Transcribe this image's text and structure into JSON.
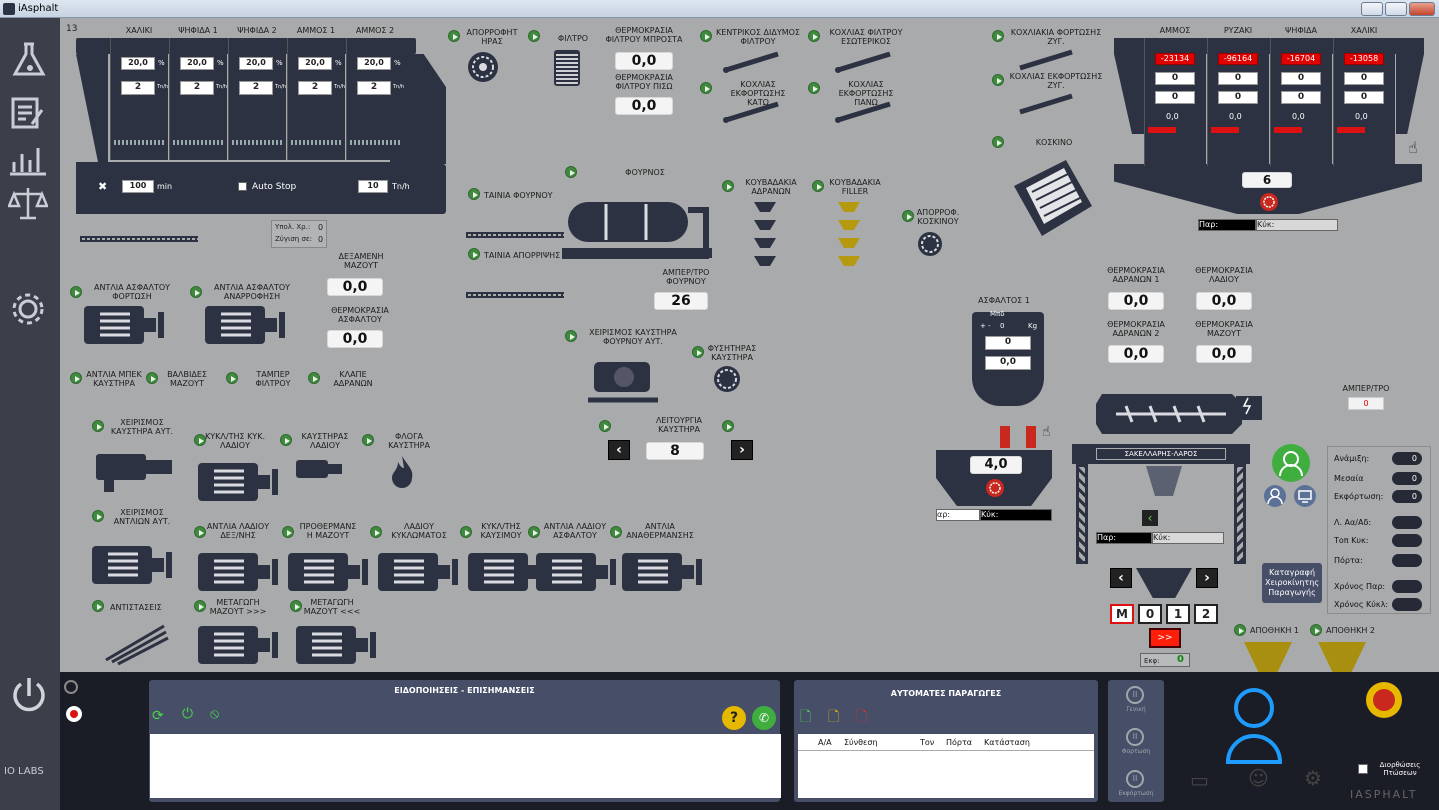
{
  "window": {
    "title": "iAsphalt"
  },
  "sidebar": {
    "brand": "IO LABS"
  },
  "silos": {
    "counter": "13",
    "names": [
      "ΧΑΛΙΚΙ",
      "ΨΗΦΙΔΑ 1",
      "ΨΗΦΙΔΑ 2",
      "ΑΜΜΟΣ 1",
      "ΑΜΜΟΣ 2"
    ],
    "percents": [
      "20,0",
      "20,0",
      "20,0",
      "20,0",
      "20,0"
    ],
    "tnh": [
      "2",
      "2",
      "2",
      "2",
      "2"
    ],
    "unit_pct": "%",
    "unit_tnh": "Tn/h",
    "time_value": "100",
    "time_unit": "min",
    "auto_stop": "Auto Stop",
    "rate_value": "10",
    "rate_unit": "Tn/h",
    "ypol_label": "Υπολ. Χρ.:",
    "ypol_value": "0",
    "zygisi_label": "Ζύγιση σε:",
    "zygisi_value": "0"
  },
  "top": {
    "aporrofisi": "ΑΠΟΡΡΟΦΗΤ\nΗΡΑΣ",
    "filtro": "ΦΙΛΤΡΟ",
    "temp_front_label": "ΘΕΡΜΟΚΡΑΣΙΑ\nΦΙΛΤΡΟΥ ΜΠΡΟΣΤΑ",
    "temp_front": "0,0",
    "temp_back_label": "ΘΕΡΜΟΚΡΑΣΙΑ\nΦΙΛΤΡΟΥ ΠΙΣΩ",
    "temp_back": "0,0",
    "screw1": "ΚΕΝΤΡΙΚΟΣ ΔΙΔΥΜΟΣ\nΦΙΛΤΡΟΥ",
    "screw2": "ΚΟΧΛΙΑΣ ΦΙΛΤΡΟΥ\nΕΣΩΤΕΡΙΚΟΣ",
    "screw3": "ΚΟΧΛΙΑΣ ΕΚΦΟΡΤΩΣΗΣ\nΚΑΤΩ",
    "screw4": "ΚΟΧΛΙΑΣ ΕΚΦΟΡΤΩΣΗΣ\nΠΑΝΩ",
    "screw5": "ΚΟΧΛΙΑΚΙΑ ΦΟΡΤΩΣΗΣ\nΖΥΓ.",
    "screw6": "ΚΟΧΛΙΑΣ ΕΚΦΟΡΤΩΣΗΣ\nΖΥΓ.",
    "koskino": "ΚΟΣΚΙΝΟ"
  },
  "furnace": {
    "label": "ΦΟΥΡΝΟΣ",
    "tainia_fournou": "ΤΑΙΝΙΑ ΦΟΥΡΝΟΥ",
    "tainia_aporripsis": "ΤΑΙΝΙΑ ΑΠΟΡΡΙΨΗΣ",
    "amper_label": "ΑΜΠΕΡ/ΤΡΟ\nΦΟΥΡΝΟΥ",
    "amper": "26",
    "kouvadakia_adranon": "ΚΟΥΒΑΔΑΚΙΑ\nΑΔΡΑΝΩΝ",
    "kouvadakia_filler": "ΚΟΥΒΑΔΑΚΙΑ\nFILLER",
    "aporrof_koskinou": "ΑΠΟΡΡΟΦ.\nΚΟΣΚΙΝΟΥ",
    "burner_manual": "ΧΕΙΡΙΣΜΟΣ ΚΑΥΣΤΗΡΑ\nΦΟΥΡΝΟΥ ΑΥΤ.",
    "fysitiras": "ΦΥΣΗΤΗΡΑΣ\nΚΑΥΣΤΗΡΑ",
    "leitourgia": "ΛΕΙΤΟΥΡΓΙΑ\nΚΑΥΣΤΗΡΑ",
    "leitourgia_value": "8"
  },
  "left": {
    "pump1": "ΑΝΤΛΙΑ ΑΣΦΑΛΤΟΥ\nΦΟΡΤΩΣΗ",
    "pump2": "ΑΝΤΛΙΑ ΑΣΦΑΛΤΟΥ\nΑΝΑΡΡΟΦΗΣΗ",
    "tank_label": "ΔΕΞΑΜΕΝΗ\nΜΑΖΟΥΤ",
    "tank": "0,0",
    "asph_temp_label": "ΘΕΡΜΟΚΡΑΣΙΑ\nΑΣΦΑΛΤΟΥ",
    "asph_temp": "0,0",
    "bypass": "ΑΝΤΛΙΑ ΜΠΕΚ\nΚΑΥΣΤΗΡΑ",
    "valves": "ΒΑΛΒΙΔΕΣ\nΜΑΖΟΥΤ",
    "damper": "ΤΑΜΠΕΡ\nΦΙΛΤΡΟΥ",
    "klape": "ΚΛΑΠΕ\nΑΔΡΑΝΩΝ",
    "burner_auto": "ΧΕΙΡΙΣΜΟΣ\nΚΑΥΣΤΗΡΑ ΑΥΤ.",
    "oil_circ": "ΚΥΚΛ/ΤΗΣ ΚΥΚ.\nΛΑΔΙΟΥ",
    "oil_burner": "ΚΑΥΣΤΗΡΑΣ\nΛΑΔΙΟΥ",
    "flame": "ΦΛΟΓΑ\nΚΑΥΣΤΗΡΑ",
    "pumps_auto": "ΧΕΙΡΙΣΜΟΣ\nΑΝΤΛΙΩΝ ΑΥΤ.",
    "oil_pump": "ΑΝΤΛΙΑ ΛΑΔΙΟΥ\nΔΕΞ/ΝΗΣ",
    "preheat": "ΠΡΟΘΕΡΜΑΝΣ\nΗ ΜΑΖΟΥΤ",
    "oil_circ2": "ΛΑΔΙΟΥ\nΚΥΚΛΩΜΑΤΟΣ",
    "circ_fuel": "ΚΥΚΛ/ΤΗΣ\nΚΑΥΣΙΜΟΥ",
    "oil_asph": "ΑΝΤΛΙΑ ΛΑΔΙΟΥ\nΑΣΦΑΛΤΟΥ",
    "reheat": "ΑΝΤΛΙΑ\nΑΝΑΘΕΡΜΑΝΣΗΣ",
    "resist": "ΑΝΤΙΣΤΑΣΕΙΣ",
    "transfer1": "ΜΕΤΑΓΩΓΗ\nΜΑΖΟΥΤ >>>",
    "transfer2": "ΜΕΤΑΓΩΓΗ\nΜΑΖΟΥΤ <<<"
  },
  "asphalt": {
    "label": "ΑΣΦΑΛΤΟΣ 1",
    "mode": "Μπδ",
    "pm": "+ -",
    "set": "0",
    "unit": "Kg",
    "v1": "0",
    "v2": "0,0",
    "scale": "4,0",
    "par": "αρ:",
    "kyk": "Κύκ:"
  },
  "bins": {
    "names": [
      "ΑΜΜΟΣ",
      "ΡΥΖΑΚΙ",
      "ΨΗΦΙΔΑ",
      "ΧΑΛΙΚΙ"
    ],
    "red": [
      "-23134",
      "-96164",
      "-16704",
      "-13058"
    ],
    "v1": [
      "0",
      "0",
      "0",
      "0"
    ],
    "v2": [
      "0",
      "0",
      "0",
      "0"
    ],
    "v3": [
      "0,0",
      "0,0",
      "0,0",
      "0,0"
    ],
    "total": "6",
    "par": "Παρ:",
    "kyk": "Κύκ:"
  },
  "temps": {
    "adr1_label": "ΘΕΡΜΟΚΡΑΣΙΑ\nΑΔΡΑΝΩΝ 1",
    "adr1": "0,0",
    "oil_label": "ΘΕΡΜΟΚΡΑΣΙΑ\nΛΑΔΙΟΥ",
    "oil": "0,0",
    "adr2_label": "ΘΕΡΜΟΚΡΑΣΙΑ\nΑΔΡΑΝΩΝ 2",
    "adr2": "0,0",
    "maz_label": "ΘΕΡΜΟΚΡΑΣΙΑ\nΜΑΖΟΥΤ",
    "maz": "0,0"
  },
  "mixer": {
    "label": "ΣΑΚΕΛΛΑΡΗΣ-ΛΑΡΟΣ",
    "amper_label": "ΑΜΠΕΡ/ΤΡΟ",
    "amper": "0",
    "par": "Παρ:",
    "kyk": "Κύκ:",
    "modes": [
      "M",
      "0",
      "1",
      "2"
    ],
    "go": ">>",
    "ekfr_label": "Εκφ:",
    "ekfr": "0",
    "manual_rec": "Καταγραφή\nΧειροκίνητης\nΠαραγωγής",
    "storage1": "ΑΠΟΘΗΚΗ 1",
    "storage2": "ΑΠΟΘΗΚΗ 2"
  },
  "status": {
    "rows": [
      {
        "label": "Ανάμιξη:",
        "value": "0"
      },
      {
        "label": "Μεσαία",
        "value": "0"
      },
      {
        "label": "Εκφόρτωση:",
        "value": "0"
      },
      {
        "label": "Λ. Αα/Αδ:",
        "value": ""
      },
      {
        "label": "Τοπ Κυκ:",
        "value": ""
      },
      {
        "label": "Πόρτα:",
        "value": ""
      },
      {
        "label": "Χρόνος Παρ:",
        "value": ""
      },
      {
        "label": "Χρόνος Κύκλ:",
        "value": ""
      }
    ]
  },
  "notifications": {
    "title": "ΕΙΔΟΠΟΙΗΣΕΙΣ - ΕΠΙΣΗΜΑΝΣΕΙΣ"
  },
  "auto": {
    "title": "ΑΥΤΟΜΑΤΕΣ ΠΑΡΑΓΩΓΕΣ",
    "cols": [
      "Α/Α",
      "Σύνθεση",
      "Τον",
      "Πόρτα",
      "Κατάσταση"
    ]
  },
  "pauses": [
    "Γενική",
    "Φορτωση",
    "Εκφόρτωση"
  ],
  "footer": {
    "fix": "Διορθώσεις\nΠτώσεων",
    "brand": "IASPHALT"
  }
}
